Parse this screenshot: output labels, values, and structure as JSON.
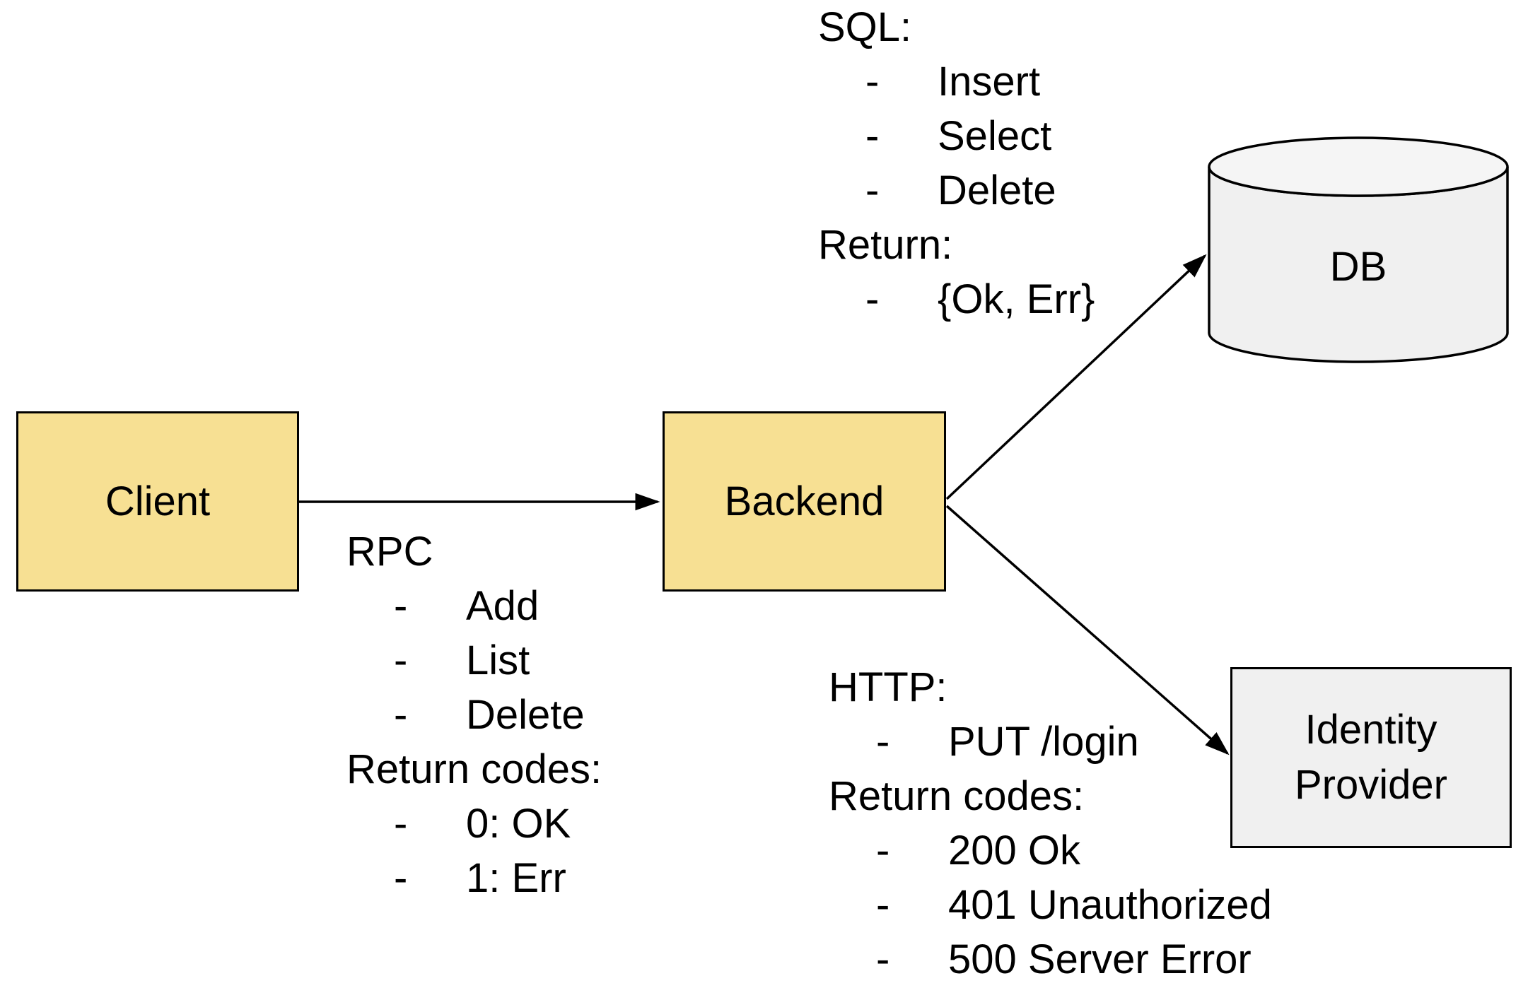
{
  "diagram": {
    "background": "#FFFFFF",
    "bullet_dash": "-",
    "colors": {
      "node_yellow": "#F7E093",
      "node_gray": "#F0F0F0",
      "stroke": "#000000"
    },
    "nodes": {
      "client": {
        "label": "Client",
        "shape": "rectangle",
        "fill": "#F7E093"
      },
      "backend": {
        "label": "Backend",
        "shape": "rectangle",
        "fill": "#F7E093"
      },
      "db": {
        "label": "DB",
        "shape": "cylinder",
        "fill": "#F0F0F0"
      },
      "identity_provider": {
        "label": "Identity Provider",
        "shape": "rectangle",
        "fill": "#F0F0F0"
      }
    },
    "edges": {
      "client_to_backend": {
        "title": "RPC",
        "items": [
          "Add",
          "List",
          "Delete"
        ],
        "return_title": "Return codes:",
        "return_items": [
          "0: OK",
          "1: Err"
        ]
      },
      "backend_to_db": {
        "title": "SQL:",
        "items": [
          "Insert",
          "Select",
          "Delete"
        ],
        "return_title": "Return:",
        "return_items": [
          "{Ok, Err}"
        ]
      },
      "backend_to_identity_provider": {
        "title": "HTTP:",
        "items": [
          "PUT /login"
        ],
        "return_title": "Return codes:",
        "return_items": [
          "200 Ok",
          "401 Unauthorized",
          "500 Server Error"
        ]
      }
    }
  }
}
